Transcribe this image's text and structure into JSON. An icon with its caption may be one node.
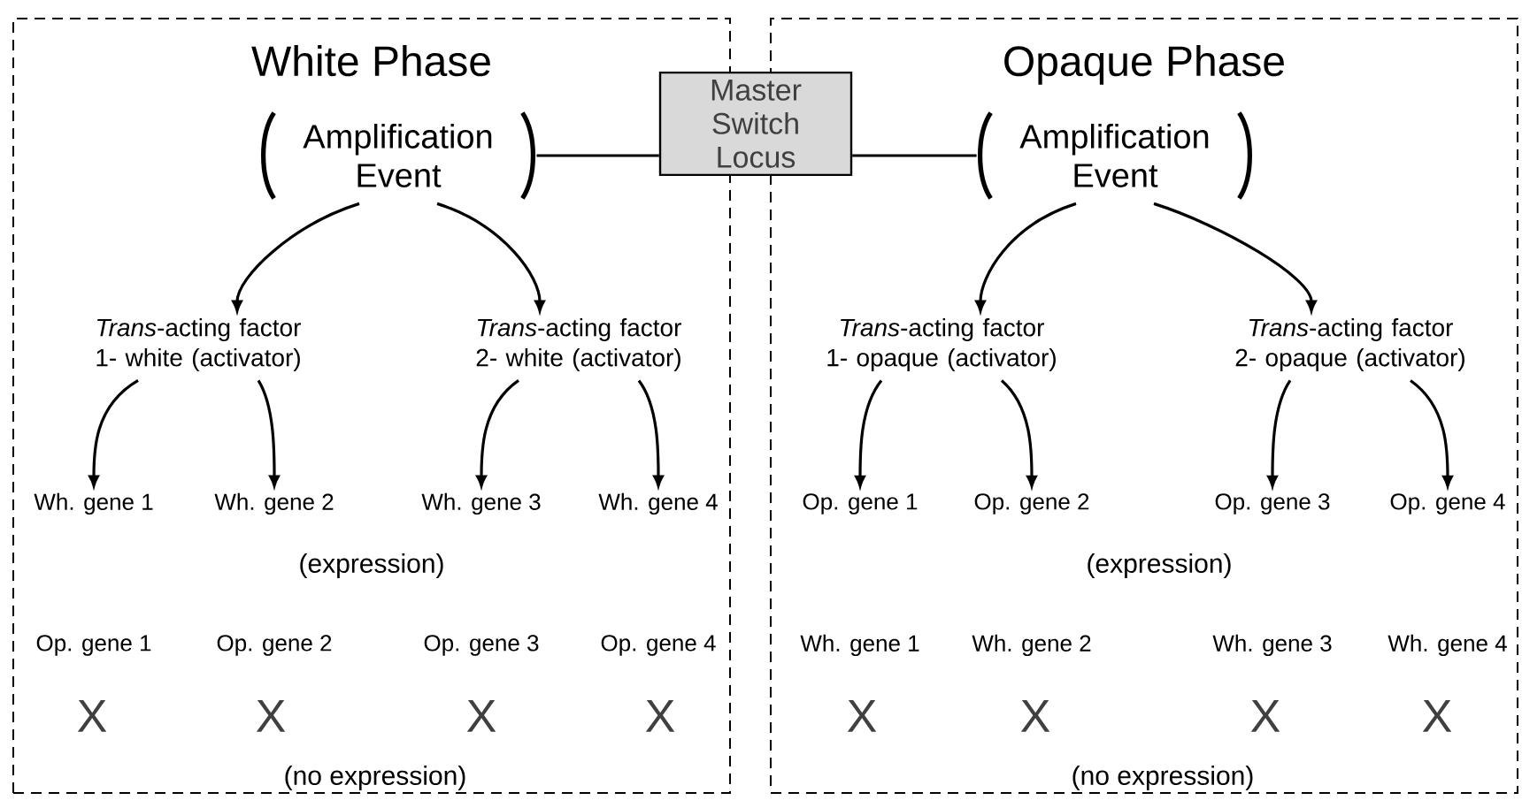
{
  "diagram": {
    "nodes": [
      {
        "text": [
          "White Phase"
        ]
      },
      {
        "text": [
          "Opaque Phase"
        ]
      },
      {
        "text": [
          "Master Switch Locus"
        ]
      },
      {
        "text": [
          "Amplification Event"
        ],
        "in": 0
      },
      {
        "text": [
          "Amplification Event"
        ],
        "in": 1
      },
      {
        "text": [
          "*Trans*-acting factor 1- white (activator)"
        ],
        "in": 0
      },
      {
        "text": [
          "*Trans*-acting factor 2- white (activator)"
        ],
        "in": 0
      },
      {
        "text": [
          "*Trans*-acting factor 1- opaque (activator)"
        ],
        "in": 1
      },
      {
        "text": [
          "*Trans*-acting factor 2- opaque (activator)"
        ],
        "in": 1
      },
      {
        "text": [
          "Wh. gene 1"
        ],
        "in": 0
      },
      {
        "text": [
          "Wh. gene 2"
        ],
        "in": 0
      },
      {
        "text": [
          "Wh. gene 3"
        ],
        "in": 0
      },
      {
        "text": [
          "Wh. gene 4"
        ],
        "in": 0
      },
      {
        "text": [
          "Op. gene 1"
        ],
        "in": 1
      },
      {
        "text": [
          "Op. gene 2"
        ],
        "in": 1
      },
      {
        "text": [
          "Op. gene 3"
        ],
        "in": 1
      },
      {
        "text": [
          "Op. gene 4"
        ],
        "in": 1
      }
    ],
    "edges": [
      {
        "from": 2,
        "to": 3,
        "arrow": "none"
      },
      {
        "from": 2,
        "to": 4,
        "arrow": "none"
      },
      {
        "from": 3,
        "to": 5,
        "arrow": "to"
      },
      {
        "from": 3,
        "to": 6,
        "arrow": "to"
      },
      {
        "from": 4,
        "to": 7,
        "arrow": "to"
      },
      {
        "from": 4,
        "to": 8,
        "arrow": "to"
      },
      {
        "from": 5,
        "to": 9,
        "arrow": "to"
      },
      {
        "from": 5,
        "to": 10,
        "arrow": "to"
      },
      {
        "from": 6,
        "to": 11,
        "arrow": "to"
      },
      {
        "from": 6,
        "to": 12,
        "arrow": "to"
      },
      {
        "from": 7,
        "to": 13,
        "arrow": "to"
      },
      {
        "from": 7,
        "to": 14,
        "arrow": "to"
      },
      {
        "from": 8,
        "to": 15,
        "arrow": "to"
      },
      {
        "from": 8,
        "to": 16,
        "arrow": "to"
      }
    ],
    "labels": [
      "(expression)",
      "Op. gene 1",
      "Op. gene 2",
      "Op. gene 3",
      "Op. gene 4",
      "X",
      "X",
      "X",
      "X",
      "(no expression)",
      "(expression)",
      "Wh. gene 1",
      "Wh. gene 2",
      "Wh. gene 3",
      "Wh. gene 4",
      "X",
      "X",
      "X",
      "X",
      "(no expression)"
    ]
  }
}
